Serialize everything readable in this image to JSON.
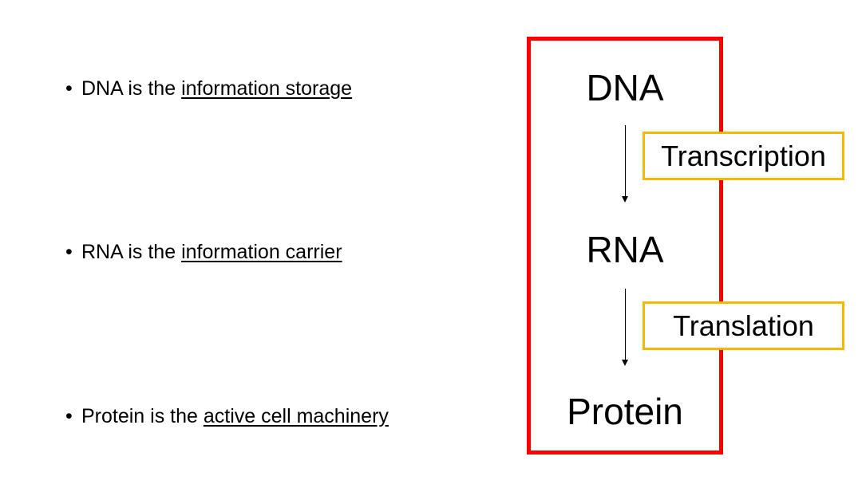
{
  "bullets": [
    {
      "prefix": "DNA is the ",
      "emphasis": "information storage"
    },
    {
      "prefix": "RNA is the ",
      "emphasis": "information carrier"
    },
    {
      "prefix": "Protein is the ",
      "emphasis": "active cell machinery"
    }
  ],
  "flow": {
    "terms": [
      "DNA",
      "RNA",
      "Protein"
    ],
    "processes": [
      "Transcription",
      "Translation"
    ]
  },
  "colors": {
    "central_box_border": "#ff0000",
    "process_box_border": "#f6b800"
  }
}
